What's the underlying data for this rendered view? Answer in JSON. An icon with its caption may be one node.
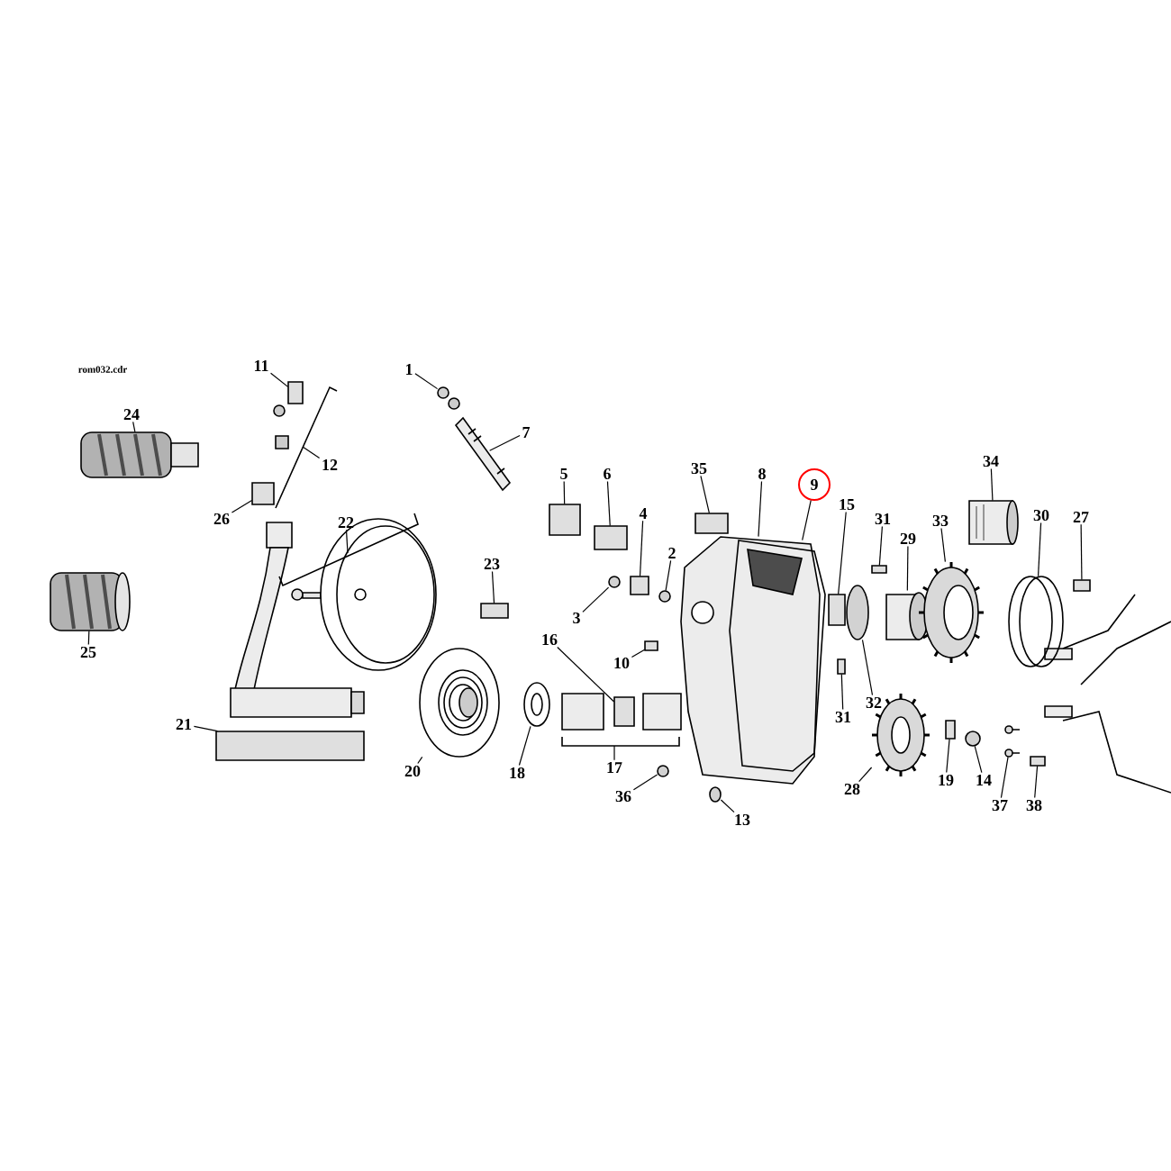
{
  "diagram": {
    "nodes": [
      {
        "text": [
          "1"
        ]
      },
      {
        "text": [
          "11"
        ]
      },
      {
        "text": [
          "7"
        ]
      },
      {
        "text": [
          "24"
        ]
      },
      {
        "text": [
          "34"
        ]
      },
      {
        "text": [
          "8"
        ]
      },
      {
        "text": [
          "9"
        ]
      },
      {
        "text": [
          "35"
        ]
      },
      {
        "text": [
          "5"
        ]
      },
      {
        "text": [
          "6"
        ]
      },
      {
        "text": [
          "12"
        ]
      },
      {
        "text": [
          "15"
        ]
      },
      {
        "text": [
          "31"
        ]
      },
      {
        "text": [
          "4"
        ]
      },
      {
        "text": [
          "27"
        ]
      },
      {
        "text": [
          "30"
        ]
      },
      {
        "text": [
          "33"
        ]
      },
      {
        "text": [
          "26"
        ]
      },
      {
        "text": [
          "22"
        ]
      },
      {
        "text": [
          "29"
        ]
      },
      {
        "text": [
          "2"
        ]
      },
      {
        "text": [
          "23"
        ]
      },
      {
        "text": [
          "3"
        ]
      },
      {
        "text": [
          "25"
        ]
      },
      {
        "text": [
          "16"
        ]
      },
      {
        "text": [
          "10"
        ]
      },
      {
        "text": [
          "32"
        ]
      },
      {
        "text": [
          "31"
        ]
      },
      {
        "text": [
          "21"
        ]
      },
      {
        "text": [
          "17"
        ]
      },
      {
        "text": [
          "20"
        ]
      },
      {
        "text": [
          "18"
        ]
      },
      {
        "text": [
          "19"
        ]
      },
      {
        "text": [
          "14"
        ]
      },
      {
        "text": [
          "28"
        ]
      },
      {
        "text": [
          "36"
        ]
      },
      {
        "text": [
          "13"
        ]
      },
      {
        "text": [
          "37"
        ]
      },
      {
        "text": [
          "38"
        ]
      },
      {
        "text": [],
        "shape": "picture"
      },
      {
        "text": [],
        "shape": "picture"
      },
      {
        "text": [],
        "shape": "box"
      },
      {
        "text": [],
        "shape": "box"
      },
      {
        "text": [],
        "shape": "box"
      },
      {
        "text": [],
        "shape": "circle"
      },
      {
        "text": [],
        "shape": "picture"
      },
      {
        "text": [],
        "shape": "picture"
      },
      {
        "text": [],
        "shape": "box"
      },
      {
        "text": [],
        "shape": "picture"
      },
      {
        "text": [],
        "shape": "box"
      },
      {
        "text": [],
        "shape": "box"
      },
      {
        "text": [],
        "shape": "circle"
      },
      {
        "text": [],
        "shape": "box"
      },
      {
        "text": [],
        "shape": "box"
      },
      {
        "text": [],
        "shape": "box"
      },
      {
        "text": [],
        "shape": "circle"
      },
      {
        "text": [],
        "shape": "circle"
      },
      {
        "text": [],
        "shape": "circle"
      },
      {
        "text": [],
        "shape": "box"
      },
      {
        "text": [],
        "shape": "picture"
      },
      {
        "text": [],
        "shape": "picture",
        "in": 59
      },
      {
        "text": [],
        "shape": "box"
      },
      {
        "text": [],
        "shape": "box"
      },
      {
        "text": [],
        "shape": "circle"
      },
      {
        "text": [],
        "shape": "box"
      },
      {
        "text": [],
        "shape": "picture"
      },
      {
        "text": [],
        "shape": "picture"
      },
      {
        "text": [],
        "shape": "box"
      },
      {
        "text": [],
        "shape": "picture"
      },
      {
        "text": [],
        "shape": "circle"
      },
      {
        "text": [],
        "shape": "picture"
      },
      {
        "text": [],
        "shape": "picture"
      },
      {
        "text": [],
        "shape": "picture"
      },
      {
        "text": [],
        "shape": "box"
      },
      {
        "text": [],
        "shape": "box"
      }
    ],
    "edges": [
      {
        "from": 0,
        "to": 44,
        "arrow": "none"
      },
      {
        "from": 1,
        "to": 43,
        "arrow": "none"
      },
      {
        "from": 2,
        "to": 46,
        "arrow": "none"
      },
      {
        "from": 3,
        "to": 40,
        "arrow": "none"
      },
      {
        "from": 4,
        "to": 70,
        "arrow": "none"
      },
      {
        "from": 5,
        "to": 59,
        "arrow": "none"
      },
      {
        "from": 6,
        "to": 60,
        "arrow": "none"
      },
      {
        "from": 7,
        "to": 58,
        "arrow": "none"
      },
      {
        "from": 8,
        "to": 49,
        "arrow": "none"
      },
      {
        "from": 9,
        "to": 50,
        "arrow": "none"
      },
      {
        "from": 10,
        "to": null,
        "arrow": "none"
      },
      {
        "from": 11,
        "to": 61,
        "arrow": "none"
      },
      {
        "from": 12,
        "to": 64,
        "arrow": "none"
      },
      {
        "from": 13,
        "to": 53,
        "arrow": "none"
      },
      {
        "from": 14,
        "to": 74,
        "arrow": "none"
      },
      {
        "from": 15,
        "to": 72,
        "arrow": "none"
      },
      {
        "from": 16,
        "to": 68,
        "arrow": "none"
      },
      {
        "from": 17,
        "to": 41,
        "arrow": "none"
      },
      {
        "from": 18,
        "to": null,
        "arrow": "none"
      },
      {
        "from": 19,
        "to": 66,
        "arrow": "none"
      },
      {
        "from": 20,
        "to": 56,
        "arrow": "none"
      },
      {
        "from": 21,
        "to": 47,
        "arrow": "none"
      },
      {
        "from": 22,
        "to": 51,
        "arrow": "none"
      },
      {
        "from": 23,
        "to": 39,
        "arrow": "none"
      },
      {
        "from": 24,
        "to": 52,
        "arrow": "none"
      },
      {
        "from": 25,
        "to": 54,
        "arrow": "none"
      },
      {
        "from": 26,
        "to": 63,
        "arrow": "none"
      },
      {
        "from": 27,
        "to": 62,
        "arrow": "none"
      },
      {
        "from": 28,
        "to": 42,
        "arrow": "none"
      },
      {
        "from": 29,
        "to": null,
        "arrow": "none"
      },
      {
        "from": 30,
        "to": 45,
        "arrow": "none"
      },
      {
        "from": 31,
        "to": 48,
        "arrow": "none"
      },
      {
        "from": 32,
        "to": 67,
        "arrow": "none"
      },
      {
        "from": 33,
        "to": 69,
        "arrow": "none"
      },
      {
        "from": 34,
        "to": 65,
        "arrow": "none"
      },
      {
        "from": 35,
        "to": 55,
        "arrow": "none"
      },
      {
        "from": 36,
        "to": 57,
        "arrow": "none"
      },
      {
        "from": 37,
        "to": 71,
        "arrow": "none"
      },
      {
        "from": 38,
        "to": 73,
        "arrow": "none"
      }
    ],
    "labels": [
      "rom032.cdr"
    ]
  }
}
